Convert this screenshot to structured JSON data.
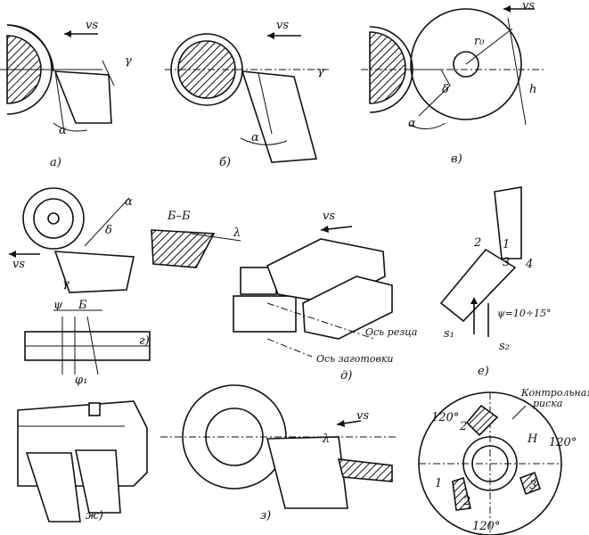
{
  "labels": {
    "vs": "vs",
    "gamma": "γ",
    "alpha": "α",
    "lambda": "λ",
    "r0": "r₀",
    "h": "h",
    "delta": "δ",
    "B": "Б",
    "section_bb": "Б–Б",
    "psi": "ψ",
    "phi1": "φ₁",
    "one": "1",
    "two": "2",
    "three": "3",
    "four": "4",
    "s1": "s₁",
    "s2": "s₂",
    "psi_range": "ψ=10÷15°",
    "H": "H",
    "angle120": "120°",
    "axis_cutter": "Ось резца",
    "axis_workpiece": "Ось заготовки",
    "control_mark_1": "Контрольная",
    "control_mark_2": "риска"
  },
  "subfigs": {
    "a": "а)",
    "b": "б)",
    "v": "в)",
    "g": "г)",
    "d": "д)",
    "e": "е)",
    "zh": "ж)",
    "z": "з)"
  }
}
